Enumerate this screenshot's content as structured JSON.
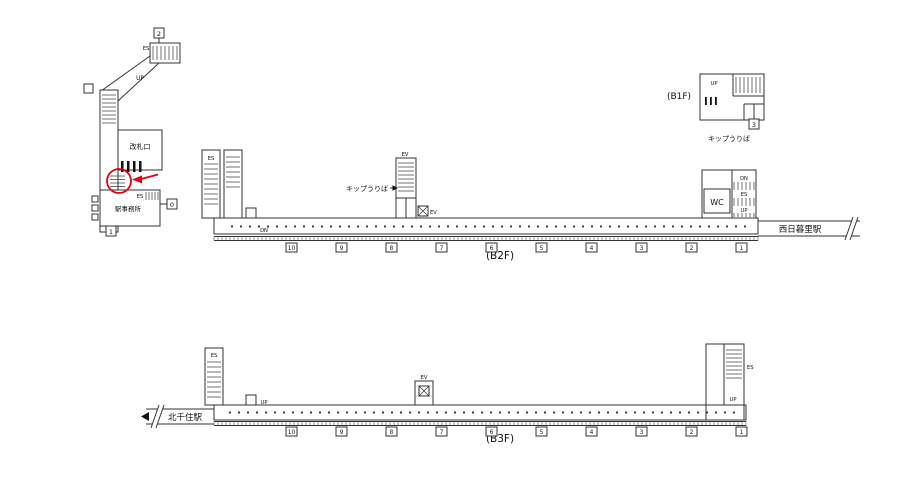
{
  "colors": {
    "line": "#333333",
    "text": "#111111",
    "accent_red": "#e60012"
  },
  "ground": {
    "exit_2": "2",
    "exit_1": "1",
    "exit_0": "0",
    "up_label": "UP",
    "es_entrance": "ES",
    "es_office": "ES",
    "gate_label": "改札口",
    "office_label": "駅事務所"
  },
  "b1f": {
    "floor_label": "(B1F)",
    "up_label": "UP",
    "exit_3": "3",
    "ticket_label": "キップうりば"
  },
  "b2f": {
    "floor_label": "(B2F)",
    "station_right": "西日暮里駅",
    "ticket_label": "キップうりば",
    "es_left": "ES",
    "dn_left": "DN",
    "ev_top": "EV",
    "ev_platform": "EV",
    "wc_label": "WC",
    "right_dn": "DN",
    "right_es": "ES",
    "right_up": "UP",
    "car_numbers": [
      "10",
      "9",
      "8",
      "7",
      "6",
      "5",
      "4",
      "3",
      "2",
      "1"
    ]
  },
  "b3f": {
    "floor_label": "(B3F)",
    "station_left": "北千住駅",
    "es_left": "ES",
    "up_left": "UP",
    "ev_label": "EV",
    "es_right": "ES",
    "up_right": "UP",
    "car_numbers": [
      "10",
      "9",
      "8",
      "7",
      "6",
      "5",
      "4",
      "3",
      "2",
      "1"
    ]
  }
}
